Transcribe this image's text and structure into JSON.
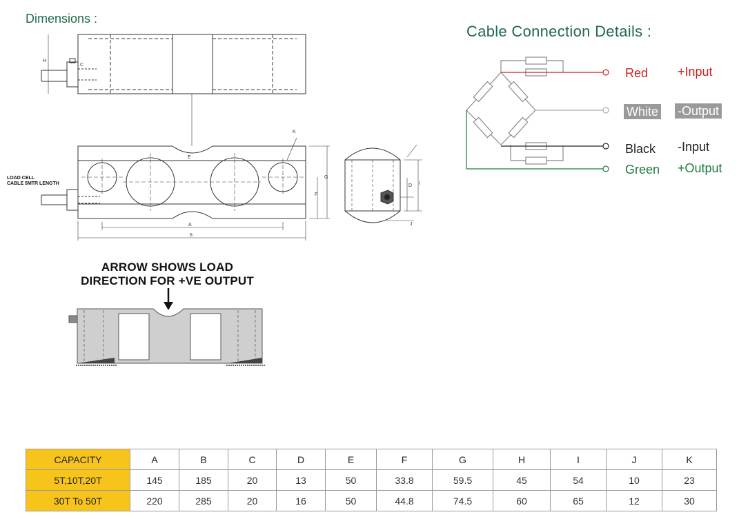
{
  "titles": {
    "dimensions": "Dimensions :",
    "cable": "Cable Connection Details :"
  },
  "drawing_note": {
    "line1": "LOAD CELL",
    "line2": "CABLE 5MTR LENGTH"
  },
  "dim_letters": {
    "H": "H",
    "C": "C",
    "E": "E",
    "K": "K",
    "G": "G",
    "F": "F",
    "A": "A",
    "B": "B",
    "D": "D",
    "I": "I",
    "J": "J"
  },
  "wires": [
    {
      "color_name": "Red",
      "signal": "+Input",
      "color": "#cc2222"
    },
    {
      "color_name": "White",
      "signal": "-Output",
      "color": "#9a9a9a"
    },
    {
      "color_name": "Black",
      "signal": "-Input",
      "color": "#222222"
    },
    {
      "color_name": "Green",
      "signal": "+Output",
      "color": "#1d7a3e"
    }
  ],
  "arrow_note": {
    "line1": "ARROW SHOWS LOAD",
    "line2": "DIRECTION FOR +VE OUTPUT"
  },
  "table": {
    "headers": [
      "CAPACITY",
      "A",
      "B",
      "C",
      "D",
      "E",
      "F",
      "G",
      "H",
      "I",
      "J",
      "K"
    ],
    "rows": [
      [
        "5T,10T,20T",
        "145",
        "185",
        "20",
        "13",
        "50",
        "33.8",
        "59.5",
        "45",
        "54",
        "10",
        "23"
      ],
      [
        "30T To 50T",
        "220",
        "285",
        "20",
        "16",
        "50",
        "44.8",
        "74.5",
        "60",
        "65",
        "12",
        "30"
      ]
    ],
    "capacity_color": "#f7c41c"
  }
}
